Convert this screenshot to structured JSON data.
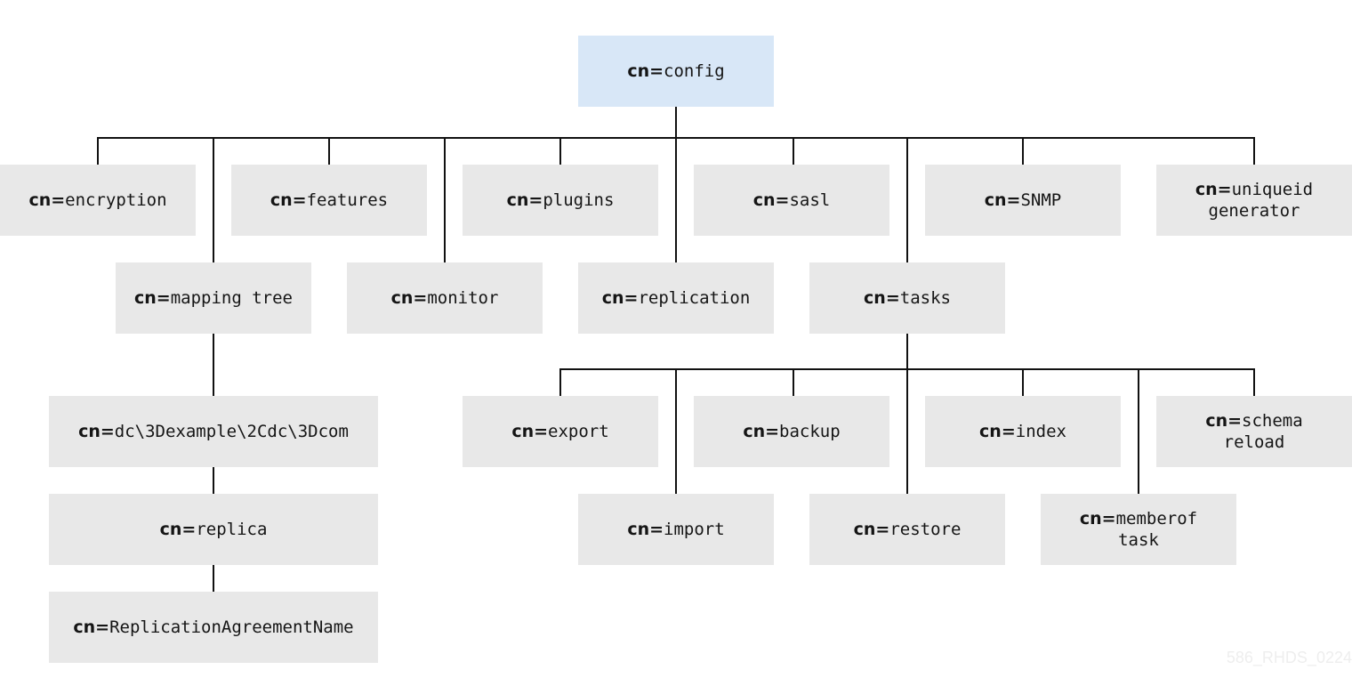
{
  "prefix": "cn=",
  "watermark": "586_RHDS_0224",
  "nodes": {
    "config": "config",
    "encryption": "encryption",
    "features": "features",
    "plugins": "plugins",
    "sasl": "sasl",
    "snmp": "SNMP",
    "uniqueid_line1": "uniqueid",
    "uniqueid_line2": "generator",
    "mapping_tree": "mapping tree",
    "monitor": "monitor",
    "replication": "replication",
    "tasks": "tasks",
    "dc_example": "dc\\3Dexample\\2Cdc\\3Dcom",
    "replica": "replica",
    "replication_agreement": "ReplicationAgreementName",
    "export": "export",
    "backup": "backup",
    "index": "index",
    "schema_line1": "schema",
    "schema_line2": "reload",
    "import": "import",
    "restore": "restore",
    "memberof_line1": "memberof",
    "memberof_line2": "task"
  }
}
